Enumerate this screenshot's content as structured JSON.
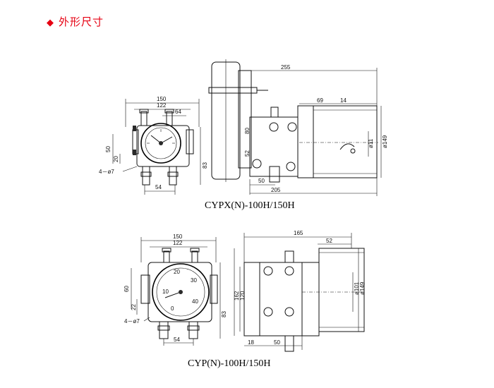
{
  "heading": {
    "bullet": "◆",
    "title": "外形尺寸"
  },
  "drawing1": {
    "caption": "CYPX(N)-100H/150H",
    "dims": {
      "d255": "255",
      "d150": "150",
      "d122": "122",
      "d64": "64",
      "d50": "50",
      "d20": "20",
      "d7": "4－ø7",
      "d54": "54",
      "d83": "83",
      "d69": "69",
      "d14": "14",
      "d11": "ø11",
      "d149": "ø149",
      "d50b": "50",
      "d205": "205",
      "d80": "80",
      "d52": "52"
    }
  },
  "drawing2": {
    "caption": "CYP(N)-100H/150H",
    "dims": {
      "d150": "150",
      "d122": "122",
      "d165": "165",
      "d52": "52",
      "d60": "60",
      "d22": "22",
      "d7": "4－ø7",
      "d54": "54",
      "d83": "83",
      "d162": "162",
      "d120": "120",
      "d101": "ø101",
      "d149": "ø149",
      "d18": "18",
      "d50": "50"
    },
    "gauge": {
      "t0": "0",
      "t10": "10",
      "t20": "20",
      "t30": "30",
      "t40": "40"
    }
  }
}
